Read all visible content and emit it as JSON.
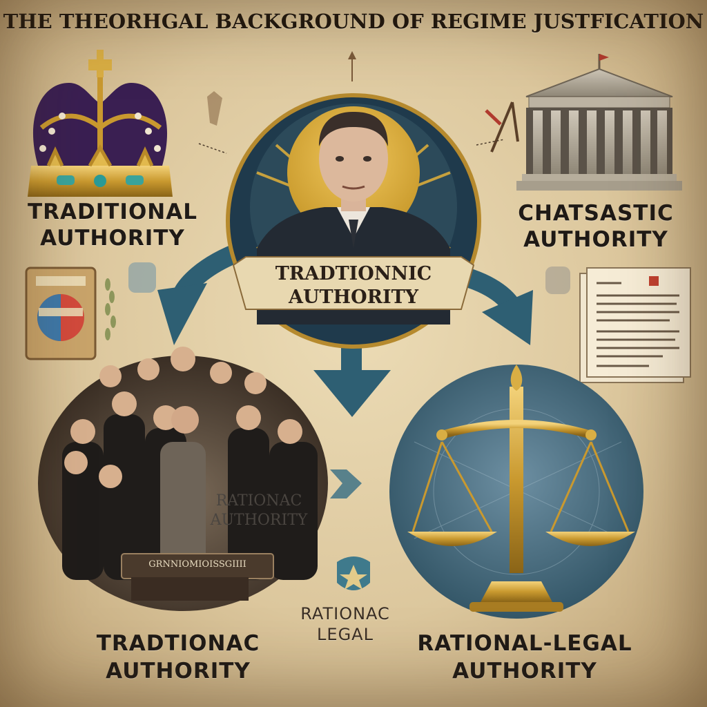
{
  "title": "THE THEORHGAL BACKGROUND OF REGIME JUSTFICATION",
  "top_left": {
    "line1": "TRADITIONAL",
    "line2": "AUTHORITY"
  },
  "top_right": {
    "line1": "CHATSASTIC",
    "line2": "AUTHORITY"
  },
  "center": {
    "line1": "TRADTIONNIC",
    "line2": "AUTHORITY"
  },
  "crowd": {
    "line1": "RATIONAC",
    "line2": "AUTHORITY",
    "plaque": "GRNNIOMIOISSGIIII"
  },
  "middle_small": {
    "line1": "RATIONAC",
    "line2": "LEGAL"
  },
  "bottom_left": {
    "line1": "TRADTIONAC",
    "line2": "AUTHORITY"
  },
  "bottom_right": {
    "line1": "RATIONAL-LEGAL",
    "line2": "AUTHORITY"
  },
  "colors": {
    "arrow": "#2e5f73",
    "gold": "#c9a03a",
    "navy": "#1f3a4c",
    "parchment": "#e4d3ac"
  }
}
